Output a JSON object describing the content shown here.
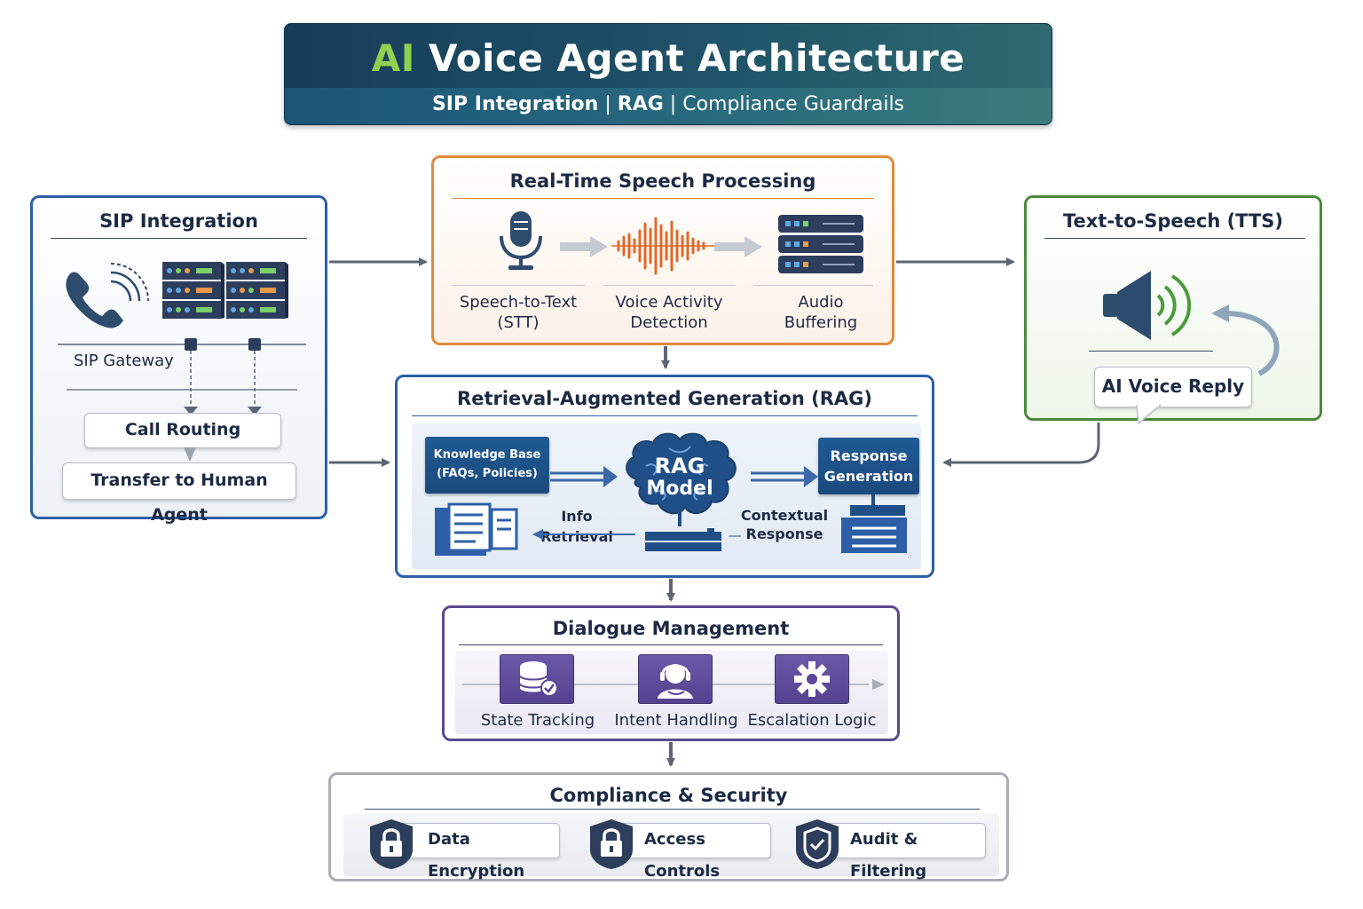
{
  "title": {
    "ai": "AI",
    "rest": "Voice Agent Architecture"
  },
  "subtitle": {
    "part1": "SIP Integration",
    "sep1": "|",
    "part2": "RAG",
    "sep2": "|",
    "part3": "Compliance Guardrails"
  },
  "sip": {
    "heading": "SIP Integration",
    "gateway": "SIP Gateway",
    "call_routing": "Call Routing",
    "transfer": "Transfer to Human Agent"
  },
  "speech": {
    "heading": "Real-Time Speech Processing",
    "stt": "Speech-to-Text\n(STT)",
    "stt_line1": "Speech-to-Text",
    "stt_line2": "(STT)",
    "vad_line1": "Voice Activity",
    "vad_line2": "Detection",
    "buf_line1": "Audio",
    "buf_line2": "Buffering"
  },
  "tts": {
    "heading": "Text-to-Speech (TTS)",
    "reply": "AI Voice Reply"
  },
  "rag": {
    "heading": "Retrieval-Augmented Generation (RAG)",
    "kb_line1": "Knowledge Base",
    "kb_line2": "(FAQs, Policies)",
    "model_line1": "RAG",
    "model_line2": "Model",
    "resp_line1": "Response",
    "resp_line2": "Generation",
    "info": "Info Retrieval",
    "ctx_line1": "Contextual",
    "ctx_line2": "Response"
  },
  "dialogue": {
    "heading": "Dialogue Management",
    "state": "State Tracking",
    "intent": "Intent Handling",
    "escalation": "Escalation Logic"
  },
  "compliance": {
    "heading": "Compliance & Security",
    "encryption": "Data Encryption",
    "access": "Access Controls",
    "audit": "Audit & Filtering"
  },
  "colors": {
    "title_green": "#8fd14f",
    "sip_border": "#2c5fa8",
    "speech_border": "#e08a3c",
    "tts_border": "#4b8a3d",
    "dialogue_border": "#5b4a8e",
    "compliance_border": "#a9adb5"
  },
  "icons": [
    "phone-icon",
    "server-icon",
    "microphone-icon",
    "waveform-icon",
    "buffer-server-icon",
    "speaker-icon",
    "brain-icon",
    "document-icon",
    "database-icon",
    "user-headset-icon",
    "gear-icon",
    "lock-icon",
    "shield-icon"
  ]
}
